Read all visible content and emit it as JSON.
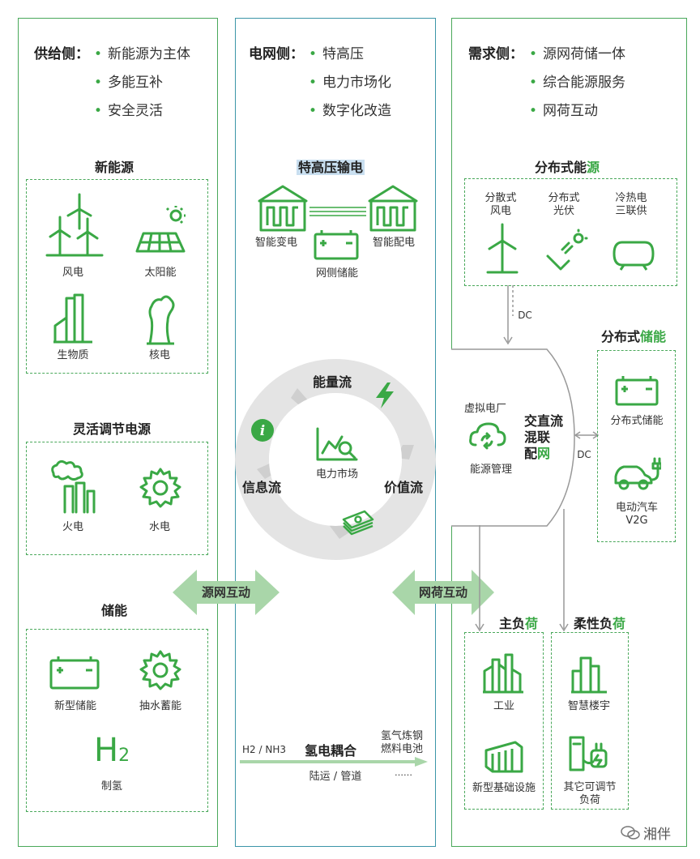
{
  "supply": {
    "header_label": "供给侧：",
    "bullets": [
      "新能源为主体",
      "多能互补",
      "安全灵活"
    ],
    "new_energy": {
      "title": "新能源",
      "items": [
        "风电",
        "太阳能",
        "生物质",
        "核电"
      ]
    },
    "flexible": {
      "title": "灵活调节电源",
      "items": [
        "火电",
        "水电"
      ]
    },
    "storage": {
      "title": "储能",
      "items": [
        "新型储能",
        "抽水蓄能",
        "制氢"
      ],
      "h2_symbol": "H",
      "h2_sub": "2"
    }
  },
  "grid": {
    "header_label": "电网侧：",
    "bullets": [
      "特高压",
      "电力市场化",
      "数字化改造"
    ],
    "uhv_title": "特高压输电",
    "smart_substation": "智能变电",
    "smart_distribution": "智能配电",
    "grid_storage": "网侧储能",
    "flows": {
      "energy": "能量流",
      "info": "信息流",
      "value": "价值流",
      "center": "电力市场"
    },
    "hydrogen": {
      "left": "H2 / NH3",
      "title": "氢电耦合",
      "right_line1": "氢气炼钢",
      "right_line2": "燃料电池",
      "bottom": "陆运 / 管道",
      "ellipsis": "……"
    }
  },
  "interactions": {
    "source_grid": "源网互动",
    "grid_load": "网荷互动"
  },
  "demand": {
    "header_label": "需求侧：",
    "bullets": [
      "源网荷储一体",
      "综合能源服务",
      "网荷互动"
    ],
    "distributed_energy": {
      "title_black": "分布式能",
      "title_green": "源",
      "items": [
        {
          "line1": "分散式",
          "line2": "风电"
        },
        {
          "line1": "分布式",
          "line2": "光伏"
        },
        {
          "line1": "冷热电",
          "line2": "三联供"
        }
      ]
    },
    "dc_top": "DC",
    "dc_side": "DC",
    "hybrid": {
      "vpp": "虚拟电厂",
      "energy_mgmt": "能源管理",
      "title_line1": "交直流",
      "title_line2": "混联",
      "title_line3_black": "配",
      "title_line3_green": "网"
    },
    "distributed_storage": {
      "title_black": "分布式",
      "title_green": "储能",
      "storage": "分布式储能",
      "ev_line1": "电动汽车",
      "ev_line2": "V2G"
    },
    "main_load": {
      "title_black": "主负",
      "title_green": "荷",
      "industry": "工业",
      "infra": "新型基础设施"
    },
    "flexible_load": {
      "title_black": "柔性负",
      "title_green": "荷",
      "building": "智慧楼宇",
      "other_line1": "其它可调节",
      "other_line2": "负荷"
    }
  },
  "watermark": "湘伴",
  "colors": {
    "accent": "#3aa845",
    "border_mid": "#3b95a8",
    "arrow": "#a9d6a9"
  }
}
